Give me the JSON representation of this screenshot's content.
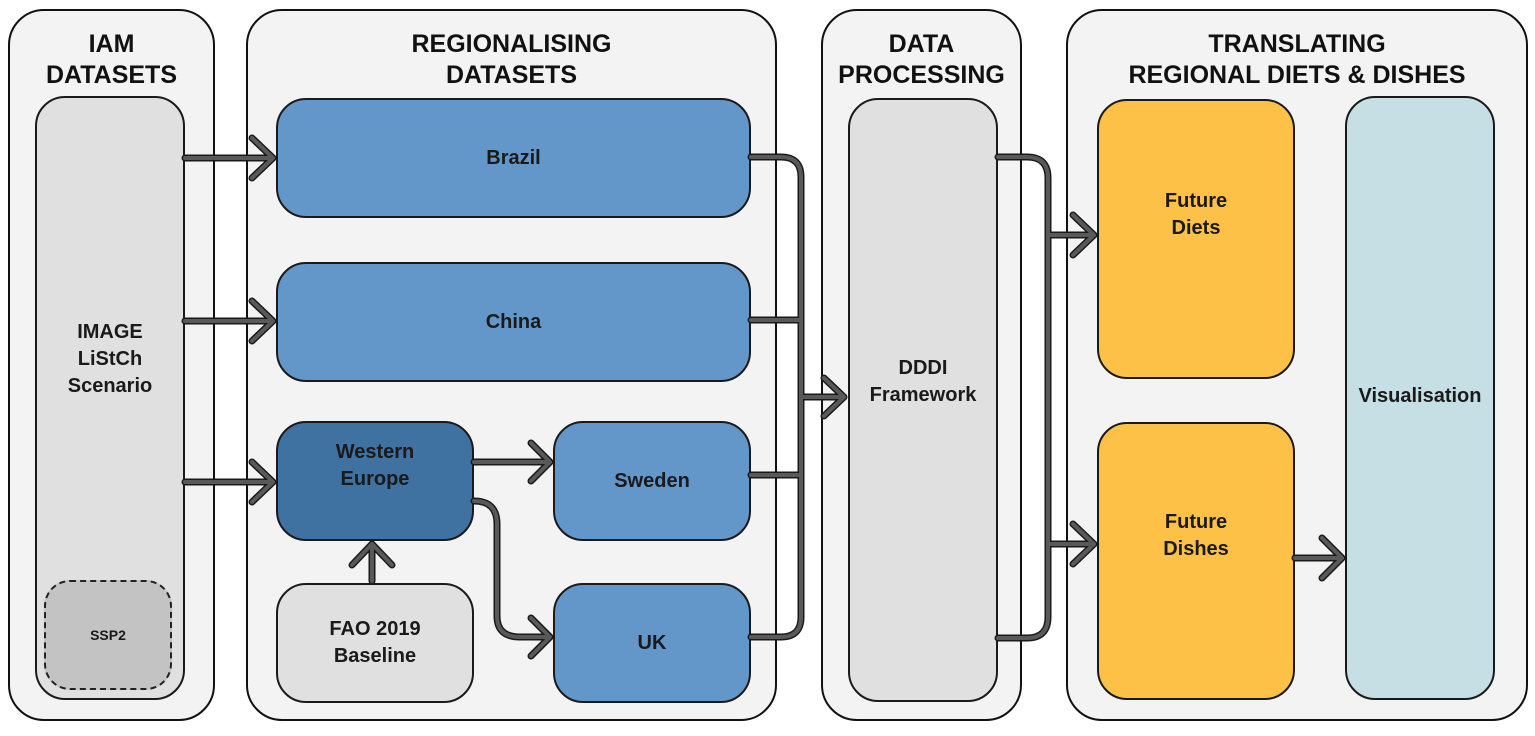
{
  "diagram": {
    "panels": [
      {
        "id": "iam",
        "title": "IAM\nDATASETS"
      },
      {
        "id": "regionalising",
        "title": "REGIONALISING\nDATASETS"
      },
      {
        "id": "processing",
        "title": "DATA\nPROCESSING"
      },
      {
        "id": "translating",
        "title": "TRANSLATING\nREGIONAL DIETS & DISHES"
      }
    ],
    "nodes": {
      "image_scenario": "IMAGE\nLiStCh\nScenario",
      "ssp2": "SSP2",
      "brazil": "Brazil",
      "china": "China",
      "western_europe": "Western\nEurope",
      "sweden": "Sweden",
      "uk": "UK",
      "fao_baseline": "FAO 2019\nBaseline",
      "dddi_framework": "DDDI\nFramework",
      "future_diets": "Future\nDiets",
      "future_dishes": "Future\nDishes",
      "visualisation": "Visualisation"
    },
    "edges": [
      {
        "from": "IMAGE LiStCh Scenario",
        "to": "Brazil"
      },
      {
        "from": "IMAGE LiStCh Scenario",
        "to": "China"
      },
      {
        "from": "IMAGE LiStCh Scenario",
        "to": "Western Europe"
      },
      {
        "from": "FAO 2019 Baseline",
        "to": "Western Europe"
      },
      {
        "from": "Western Europe",
        "to": "Sweden"
      },
      {
        "from": "Western Europe",
        "to": "UK"
      },
      {
        "from": "Brazil",
        "to": "DDDI Framework"
      },
      {
        "from": "China",
        "to": "DDDI Framework"
      },
      {
        "from": "Sweden",
        "to": "DDDI Framework"
      },
      {
        "from": "UK",
        "to": "DDDI Framework"
      },
      {
        "from": "DDDI Framework",
        "to": "Future Diets"
      },
      {
        "from": "DDDI Framework",
        "to": "Future Dishes"
      },
      {
        "from": "Future Dishes",
        "to": "Visualisation"
      }
    ],
    "colors": {
      "panel_fill": "#f3f3f3",
      "region_blue": "#6397c9",
      "western_europe_blue": "#3f71a1",
      "neutral_grey": "#e0e0e0",
      "ssp_grey": "#c3c3c3",
      "output_yellow": "#fdc148",
      "visualisation_teal": "#c5dfe4",
      "arrow_grey": "#595959"
    }
  }
}
